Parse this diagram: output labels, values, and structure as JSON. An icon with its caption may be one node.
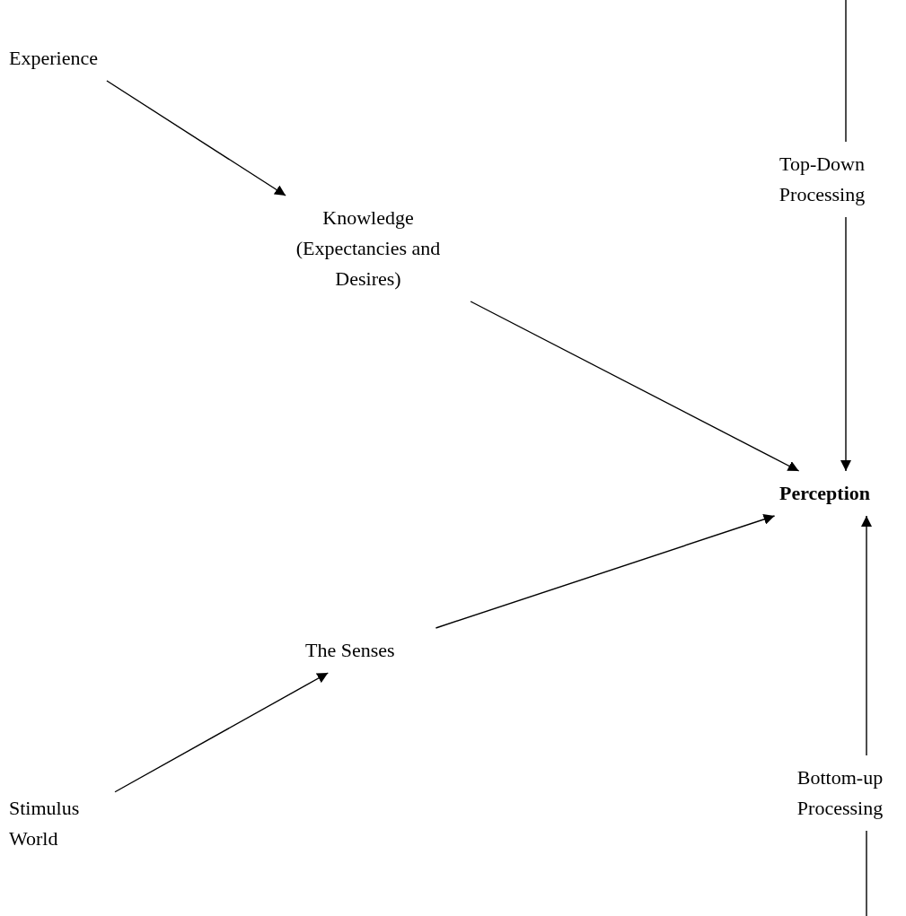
{
  "diagram": {
    "nodes": [
      {
        "text": [
          "Experience"
        ]
      },
      {
        "text": [
          "Knowledge (Expectancies and Desires)"
        ]
      },
      {
        "text": [
          "Perception"
        ]
      },
      {
        "text": [
          "The Senses"
        ]
      },
      {
        "text": [
          "Stimulus World"
        ]
      }
    ],
    "edges": [
      {
        "from": 0,
        "to": 1,
        "arrow": "to"
      },
      {
        "from": 1,
        "to": 2,
        "arrow": "to"
      },
      {
        "from": null,
        "to": 2,
        "arrow": "to",
        "label": "Top-Down Processing"
      },
      {
        "from": 3,
        "to": 2,
        "arrow": "to"
      },
      {
        "from": 4,
        "to": 3,
        "arrow": "to"
      },
      {
        "from": null,
        "to": 2,
        "arrow": "to",
        "label": "Bottom-up Processing"
      }
    ]
  }
}
